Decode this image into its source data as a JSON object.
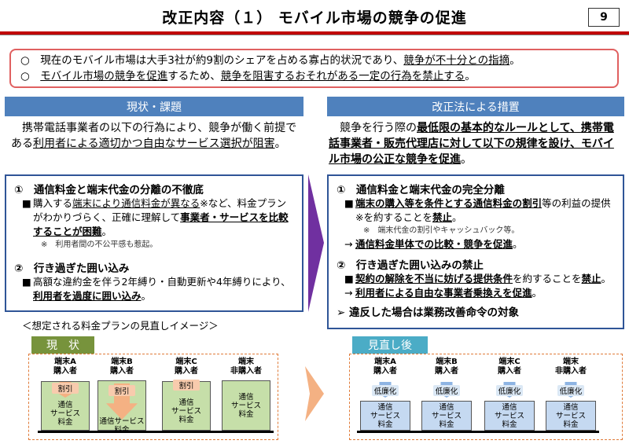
{
  "header": {
    "title": "改正内容（１） モバイル市場の競争の促進",
    "page_number": "9"
  },
  "notice": {
    "bullet_symbol": "○",
    "line1": {
      "a": "現在のモバイル市場は大手3社が約9割のシェアを占める寡占的状況であり、",
      "b": "競争が不十分との指摘",
      "c": "。"
    },
    "line2": {
      "a": "モバイル市場の競争を促進",
      "b": "するため、",
      "c": "競争を阻害するおそれがある一定の行為を禁止する",
      "d": "。"
    }
  },
  "left": {
    "header": "現状・課題",
    "intro": {
      "a": "携帯電話事業者の以下の行為により、競争が働く前提である",
      "b": "利用者による適切かつ自由なサービス選択が阻害",
      "c": "。"
    },
    "sec1": {
      "title": "①　通信料金と端末代金の分離の不徹底",
      "bullet": {
        "a": "購入する",
        "b": "端末により通信料金が異なる",
        "c": "※など、料金プランがわかりづらく、正確に理解して",
        "d": "事業者・サービスを比較することが困難",
        "e": "。"
      },
      "note": "※　利用者間の不公平感も惹起。"
    },
    "sec2": {
      "title": "②　行き過ぎた囲い込み",
      "bullet": {
        "a": "高額な違約金を伴う2年縛り・自動更新や4年縛りにより、",
        "b": "利用者を過度に囲い込み",
        "c": "。"
      }
    }
  },
  "right": {
    "header": "改正法による措置",
    "intro": {
      "a": "競争を行う際の",
      "b": "最低限の基本的なルールとして、携帯電話事業者・販売代理店に対して以下の規律を設け、モバイル市場の公正な競争を促進",
      "c": "。"
    },
    "sec1": {
      "title": "①　通信料金と端末代金の完全分離",
      "bullet": {
        "a": "端末の購入等を条件とする通信料金の割引",
        "b": "等の利益の提供※を約することを",
        "c": "禁止",
        "d": "。"
      },
      "note": "※　端末代金の割引やキャッシュバック等。",
      "arrow": {
        "a": "通信料金単体での比較・競争を促進",
        "b": "。"
      }
    },
    "sec2": {
      "title": "②　行き過ぎた囲い込みの禁止",
      "bullet": {
        "a": "契約の解除を不当に妨げる提供条件",
        "b": "を約することを",
        "c": "禁止",
        "d": "。"
      },
      "arrow": {
        "a": "利用者による自由な事業者乗換えを促進",
        "b": "。"
      }
    },
    "violation": "違反した場合は業務改善命令の対象"
  },
  "image_caption": "＜想定される料金プランの見直しイメージ＞",
  "before": {
    "tag": "現　状",
    "columns": [
      {
        "name1": "端末A",
        "name2": "購入者",
        "pill": "割引",
        "label": "通信\nサービス\n料金"
      },
      {
        "name1": "端末B",
        "name2": "購入者",
        "pill": "割引",
        "label": "通信サービス\n料金"
      },
      {
        "name1": "端末C",
        "name2": "購入者",
        "pill": "割引",
        "label": "通信\nサービス\n料金"
      },
      {
        "name1": "端末",
        "name2": "非購入者",
        "pill": "",
        "label": "通信\nサービス\n料金"
      }
    ]
  },
  "after": {
    "tag": "見直し後",
    "columns": [
      {
        "name1": "端末A",
        "name2": "購入者",
        "pill": "低廉化",
        "label": "通信\nサービス\n料金"
      },
      {
        "name1": "端末B",
        "name2": "購入者",
        "pill": "低廉化",
        "label": "通信\nサービス\n料金"
      },
      {
        "name1": "端末C",
        "name2": "購入者",
        "pill": "低廉化",
        "label": "通信\nサービス\n料金"
      },
      {
        "name1": "端末",
        "name2": "非購入者",
        "pill": "低廉化",
        "label": "通信\nサービス\n料金"
      }
    ]
  },
  "colors": {
    "accent_red": "#c00000",
    "header_blue": "#4f81bd",
    "box_blue": "#2f5597",
    "tag_green": "#77933c",
    "tag_blue": "#4bacc6",
    "arrow_purple": "#7030a0",
    "arrow_orange": "#f4b183"
  }
}
